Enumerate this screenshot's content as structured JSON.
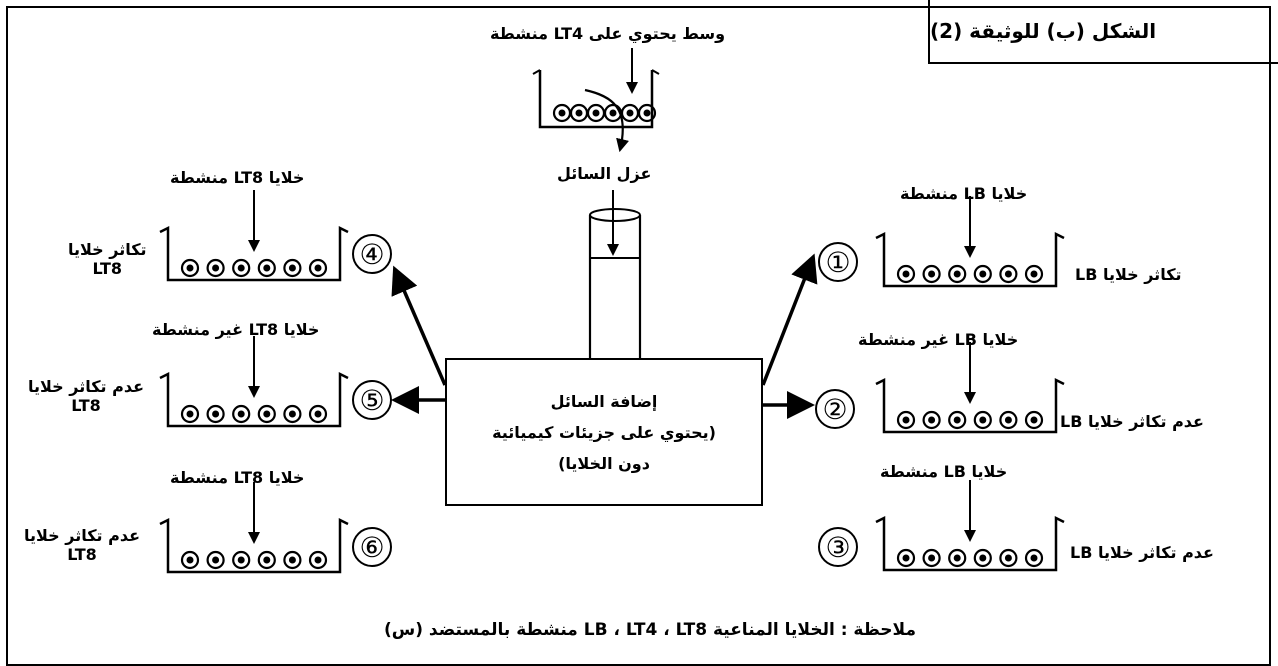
{
  "title": "الشكل (ب) للوثيقة (2)",
  "top": {
    "medium_label": "وسط يحتوي على LT4 منشطة",
    "isolate_label": "عزل السائل"
  },
  "center_box": {
    "line1": "إضافة السائل",
    "line2": "(يحتوي على جزيئات كيميائية",
    "line3": "دون الخلايا)"
  },
  "left": [
    {
      "number": "④",
      "cells_label": "خلايا LT8 منشطة",
      "result_line1": "تكاثر خلايا",
      "result_line2": "LT8"
    },
    {
      "number": "⑤",
      "cells_label": "خلايا LT8 غير منشطة",
      "result_line1": "عدم تكاثر خلايا",
      "result_line2": "LT8"
    },
    {
      "number": "⑥",
      "cells_label": "خلايا LT8 منشطة",
      "result_line1": "عدم تكاثر خلايا",
      "result_line2": "LT8"
    }
  ],
  "right": [
    {
      "number": "①",
      "cells_label": "خلايا LB منشطة",
      "result": "تكاثر خلايا LB"
    },
    {
      "number": "②",
      "cells_label": "خلايا LB غير منشطة",
      "result": "عدم تكاثر خلايا LB"
    },
    {
      "number": "③",
      "cells_label": "خلايا LB منشطة",
      "result": "عدم تكاثر خلايا LB"
    }
  ],
  "note": "ملاحظة : الخلايا المناعية LB ، LT4 ، LT8 منشطة بالمستضد (س)"
}
